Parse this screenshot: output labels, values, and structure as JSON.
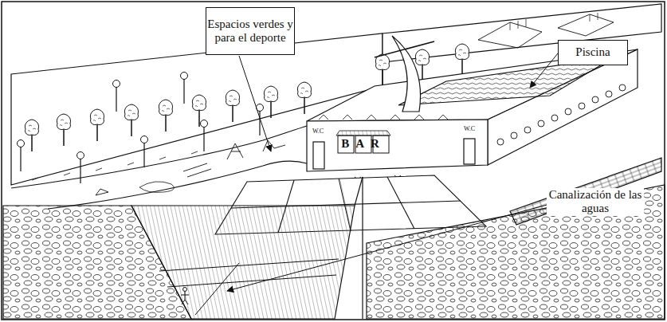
{
  "diagram": {
    "nodes": [
      {
        "text": [
          "Espacios verdes y para el deporte"
        ]
      },
      {
        "text": [
          "Piscina"
        ]
      }
    ],
    "labels": [
      "W.C",
      "BAR",
      "W.C",
      "Canalización de las aguas"
    ]
  }
}
